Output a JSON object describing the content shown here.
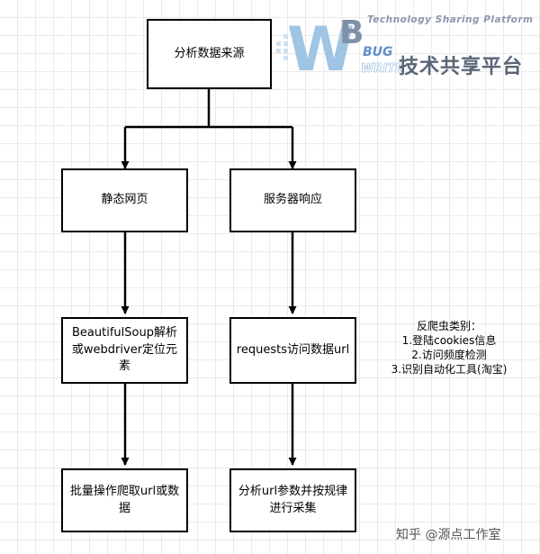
{
  "nodes": {
    "source": "分析数据来源",
    "static_page": "静态网页",
    "server_response": "服务器响应",
    "parse_left": "BeautifulSoup解析或webdriver定位元素",
    "parse_right": "requests访问数据url",
    "batch_left": "批量操作爬取url或数据",
    "batch_right": "分析url参数并按规律进行采集"
  },
  "note": {
    "title": "反爬虫类别：",
    "items": [
      "1.登陆cookies信息",
      "2.访问频度检测",
      "3.识别自动化工具(淘宝)"
    ]
  },
  "logo": {
    "tagline": "Technology Sharing Platform",
    "cn": "技术共享平台",
    "letters_w": "W",
    "letters_b": "B",
    "word_bug": "BUG",
    "word_write": "WRITE"
  },
  "watermark": "知乎 @源点工作室"
}
